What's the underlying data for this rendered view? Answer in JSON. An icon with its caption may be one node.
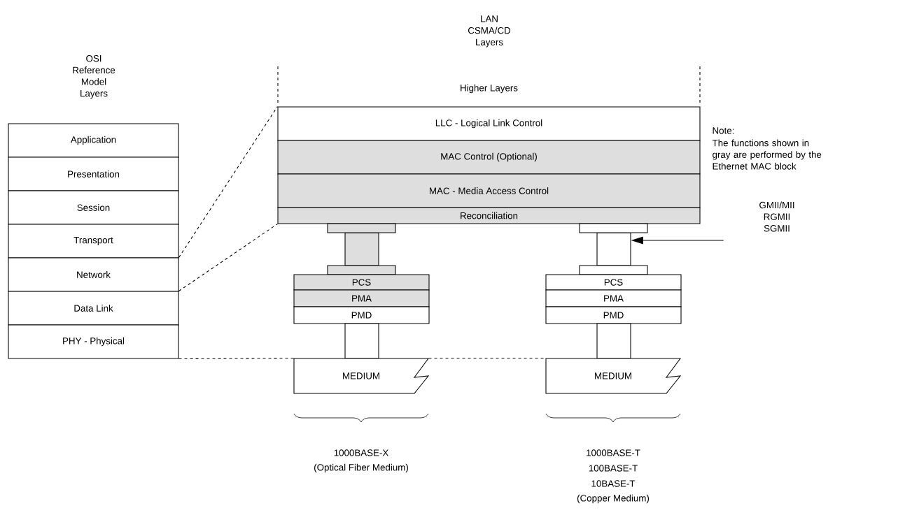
{
  "diagram": {
    "nodes": [
      {
        "text": [
          "Application"
        ]
      },
      {
        "text": [
          "Presentation"
        ]
      },
      {
        "text": [
          "Session"
        ]
      },
      {
        "text": [
          "Transport"
        ]
      },
      {
        "text": [
          "Network"
        ]
      },
      {
        "text": [
          "Data Link"
        ]
      },
      {
        "text": [
          "PHY - Physical"
        ]
      },
      {
        "text": [
          "Higher Layers"
        ]
      },
      {
        "text": [
          "LLC - Logical Link Control"
        ]
      },
      {
        "text": [
          "MAC Control (Optional)"
        ]
      },
      {
        "text": [
          "MAC - Media Access Control"
        ]
      },
      {
        "text": [
          "Reconciliation"
        ]
      },
      {
        "text": [],
        "shape": "box"
      },
      {
        "text": [],
        "shape": "box"
      },
      {
        "text": [
          "GMII/MII RGMII SGMII"
        ]
      },
      {
        "text": [
          "PCS"
        ]
      },
      {
        "text": [
          "PMA"
        ]
      },
      {
        "text": [
          "PMD"
        ]
      },
      {
        "text": [
          "PCS"
        ]
      },
      {
        "text": [
          "PMA"
        ]
      },
      {
        "text": [
          "PMD"
        ]
      },
      {
        "text": [],
        "shape": "box"
      },
      {
        "text": [],
        "shape": "box"
      },
      {
        "text": [
          "MEDIUM"
        ]
      },
      {
        "text": [
          "MEDIUM"
        ]
      }
    ],
    "edges": [
      {
        "from": 4,
        "to": 8,
        "arrow": "none",
        "style": "dashed"
      },
      {
        "from": 5,
        "to": 11,
        "arrow": "none",
        "style": "dashed"
      },
      {
        "from": 6,
        "to": 23,
        "arrow": "none",
        "style": "dashed"
      },
      {
        "from": 23,
        "to": 24,
        "arrow": "none",
        "style": "dashed"
      },
      {
        "from": 14,
        "to": 13,
        "arrow": "to"
      }
    ],
    "labels": [
      "OSI Reference Model Layers",
      "LAN CSMA/CD Layers",
      "Note:",
      "The functions shown in gray are performed by the Ethernet MAC block",
      "1000BASE-X",
      "(Optical Fiber Medium)",
      "1000BASE-T",
      "100BASE-T",
      "10BASE-T",
      "(Copper Medium)"
    ]
  }
}
